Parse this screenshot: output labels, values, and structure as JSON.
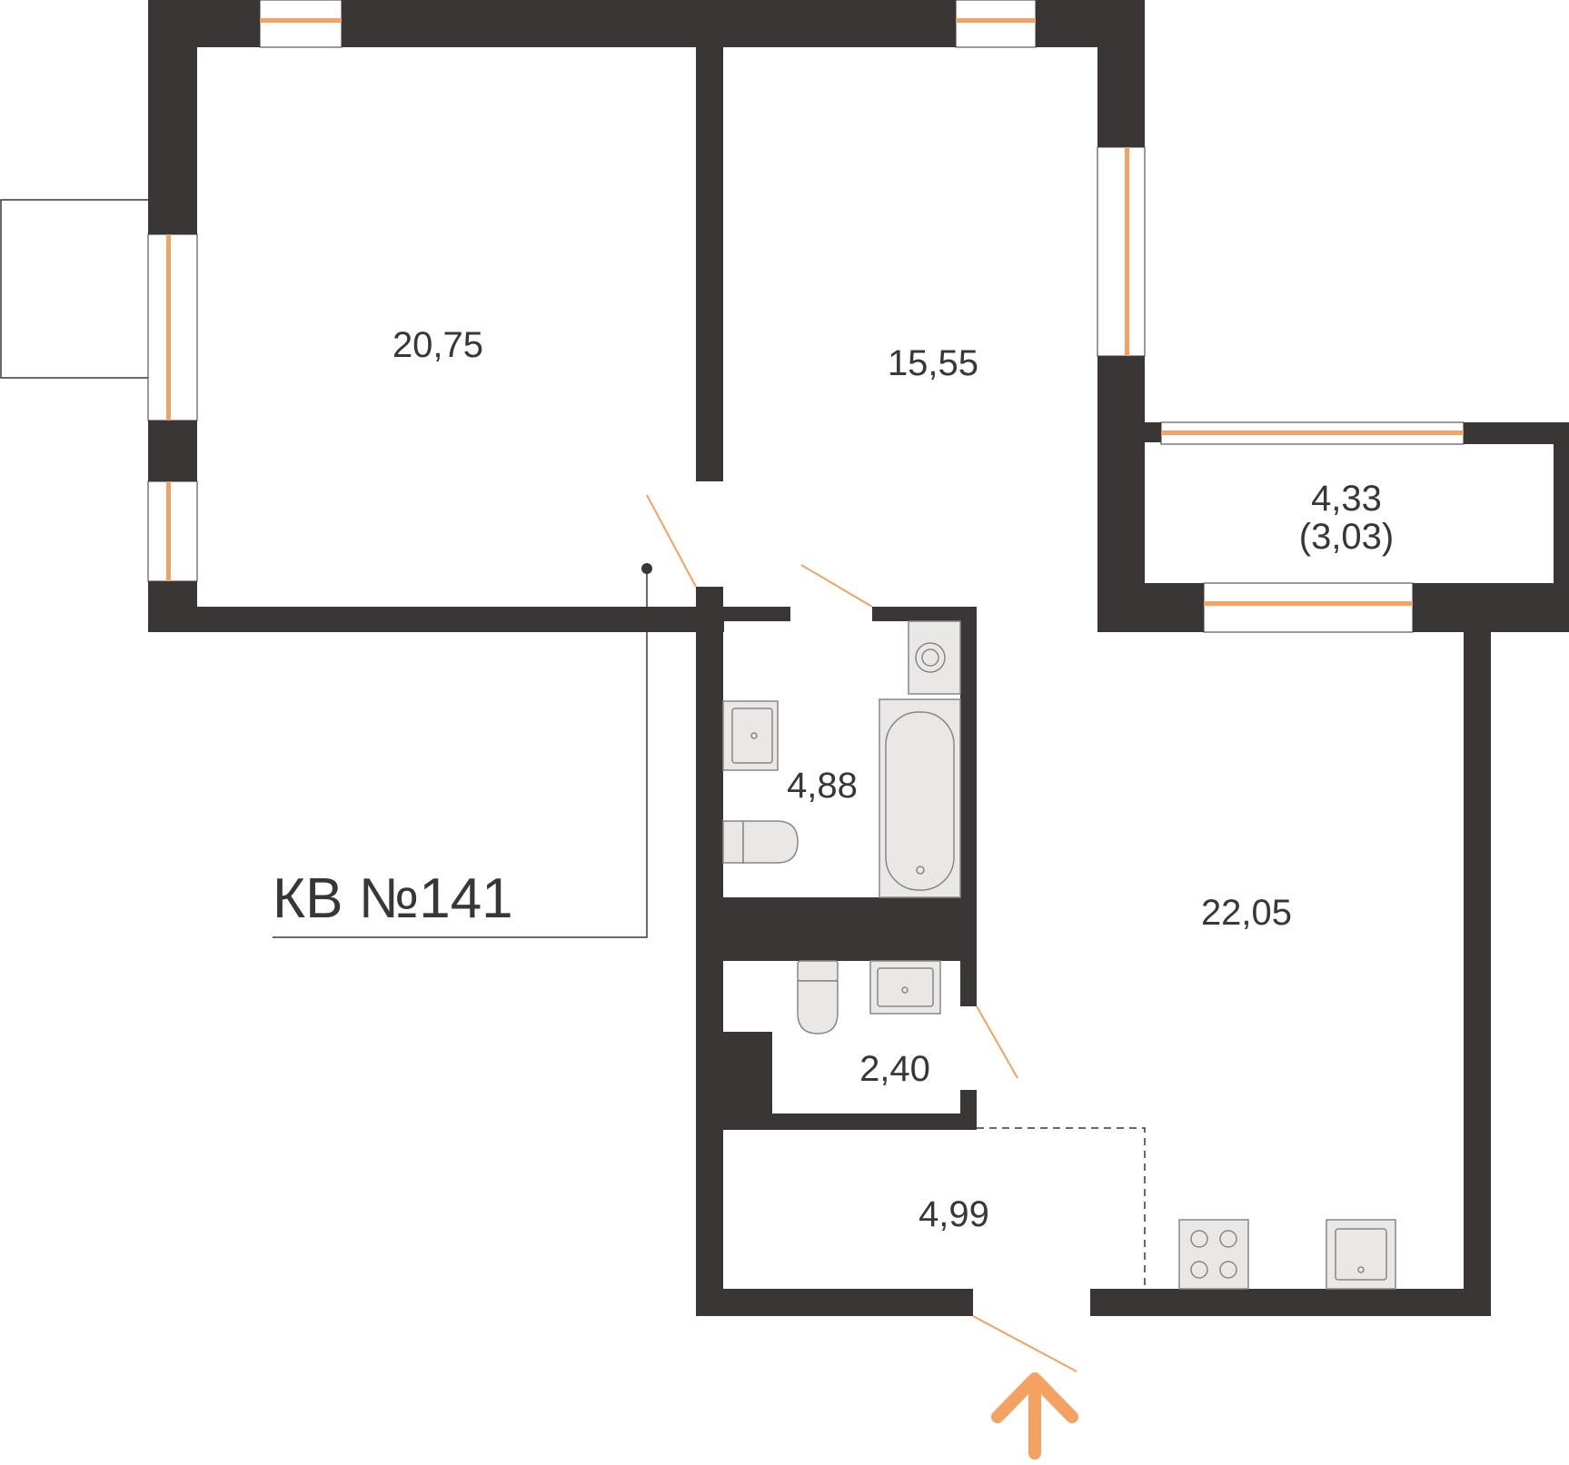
{
  "apartment": {
    "label": "КВ №141"
  },
  "rooms": [
    {
      "id": "room-a",
      "area": "20,75"
    },
    {
      "id": "room-b",
      "area": "15,55"
    },
    {
      "id": "balcony",
      "area": "4,33",
      "area_reduced": "(3,03)"
    },
    {
      "id": "bathroom",
      "area": "4,88"
    },
    {
      "id": "kitchen-living",
      "area": "22,05"
    },
    {
      "id": "wc",
      "area": "2,40"
    },
    {
      "id": "hallway",
      "area": "4,99"
    }
  ],
  "colors": {
    "wall": "#3a3635",
    "accent": "#f3a262",
    "fixture": "#eae8e7"
  },
  "icons": {
    "entrance": "entrance-arrow-icon"
  }
}
